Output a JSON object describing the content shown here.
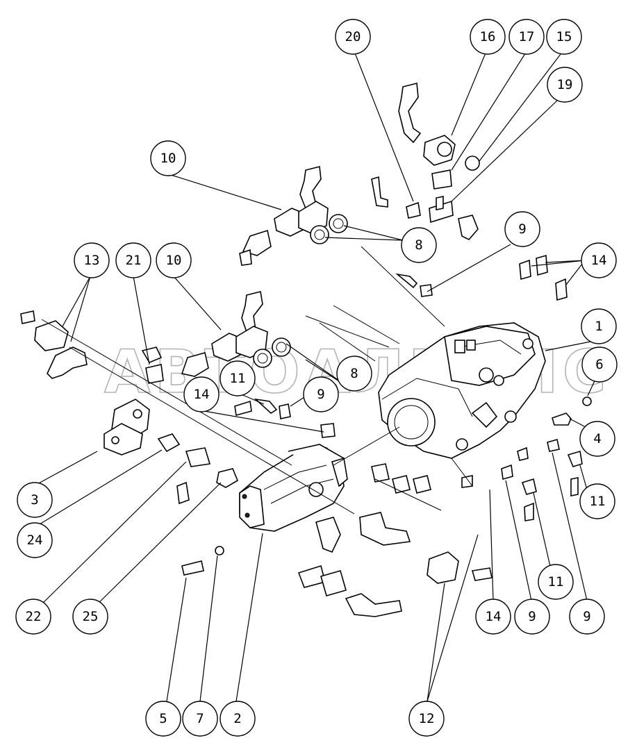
{
  "watermark": "АВТОАЛЬЯНС",
  "callouts": [
    {
      "id": "c20",
      "label": "20"
    },
    {
      "id": "c16",
      "label": "16"
    },
    {
      "id": "c17",
      "label": "17"
    },
    {
      "id": "c15",
      "label": "15"
    },
    {
      "id": "c19",
      "label": "19"
    },
    {
      "id": "c10a",
      "label": "10"
    },
    {
      "id": "c8a",
      "label": "8"
    },
    {
      "id": "c9a",
      "label": "9"
    },
    {
      "id": "c14a",
      "label": "14"
    },
    {
      "id": "c13",
      "label": "13"
    },
    {
      "id": "c21",
      "label": "21"
    },
    {
      "id": "c10b",
      "label": "10"
    },
    {
      "id": "c11a",
      "label": "11"
    },
    {
      "id": "c8b",
      "label": "8"
    },
    {
      "id": "c9b",
      "label": "9"
    },
    {
      "id": "c14b",
      "label": "14"
    },
    {
      "id": "c1",
      "label": "1"
    },
    {
      "id": "c6",
      "label": "6"
    },
    {
      "id": "c4",
      "label": "4"
    },
    {
      "id": "c3",
      "label": "3"
    },
    {
      "id": "c24",
      "label": "24"
    },
    {
      "id": "c11b",
      "label": "11"
    },
    {
      "id": "c11c",
      "label": "11"
    },
    {
      "id": "c22",
      "label": "22"
    },
    {
      "id": "c25",
      "label": "25"
    },
    {
      "id": "c14c",
      "label": "14"
    },
    {
      "id": "c9c",
      "label": "9"
    },
    {
      "id": "c9d",
      "label": "9"
    },
    {
      "id": "c5",
      "label": "5"
    },
    {
      "id": "c7",
      "label": "7"
    },
    {
      "id": "c2",
      "label": "2"
    },
    {
      "id": "c12",
      "label": "12"
    }
  ]
}
